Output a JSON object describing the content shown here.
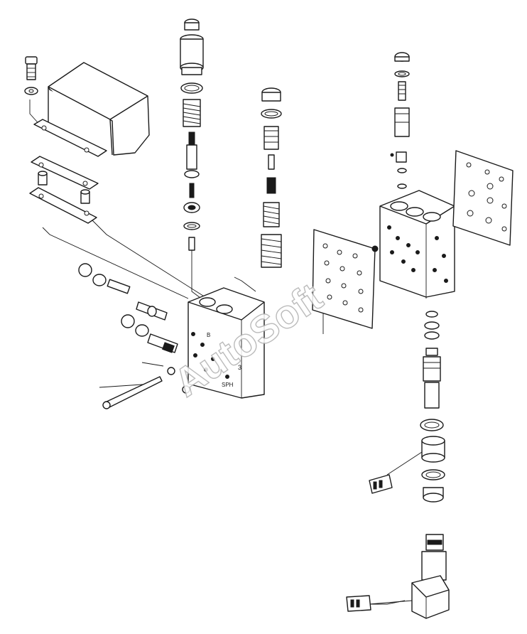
{
  "watermark": {
    "text": "AutoSoft"
  },
  "block_labels": {
    "number": "3",
    "code": "SPH",
    "letter": "B"
  },
  "colors": {
    "ink": "#1a1a1a",
    "paper": "#ffffff",
    "watermark_outline": "#b0b0b0"
  }
}
